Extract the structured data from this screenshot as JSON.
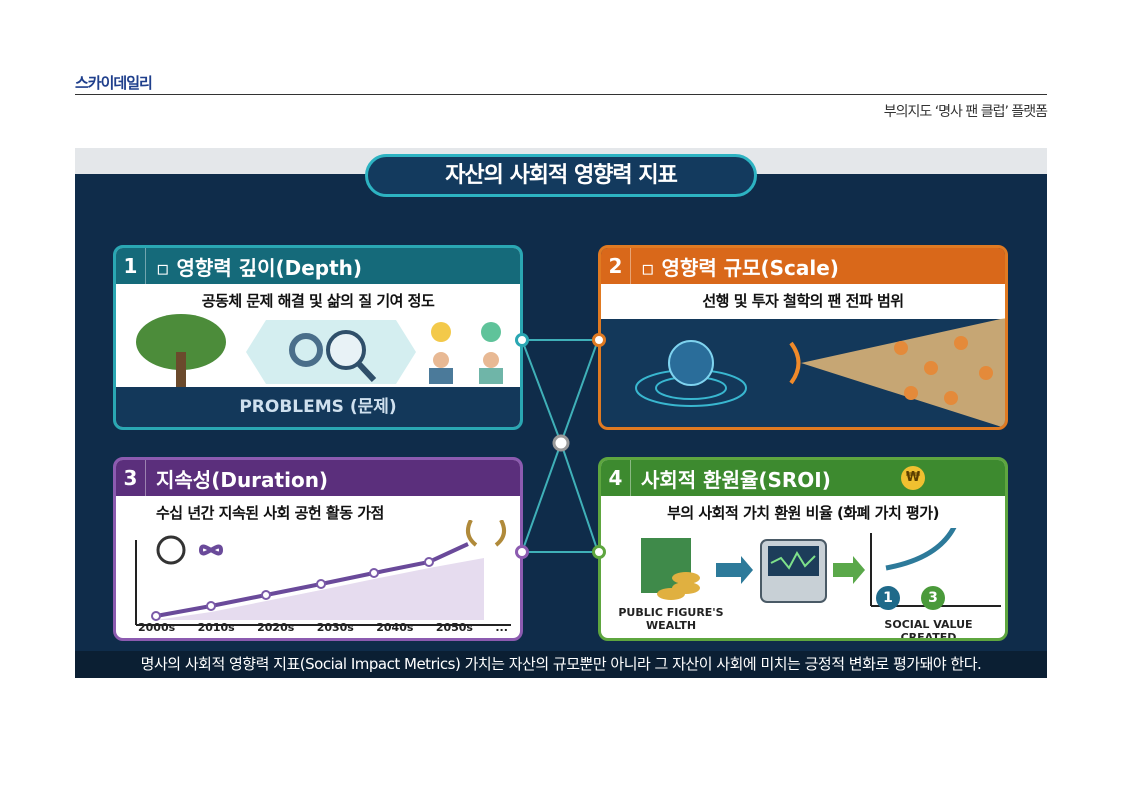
{
  "header": {
    "brand": "스카이데일리",
    "subtitle": "부의지도 ‘명사 팬 클럽’ 플랫폼"
  },
  "infographic": {
    "title": "자산의 사회적 영향력 지표",
    "panels": [
      {
        "num": "1",
        "title": "▫ 영향력 깊이(Depth)",
        "subtitle": "공동체 문제 해결 및 삶의 질 기여 정도",
        "footer": "PROBLEMS (문제)"
      },
      {
        "num": "2",
        "title": "▫ 영향력 규모(Scale)",
        "subtitle": "선행 및 투자 철학의 팬 전파 범위"
      },
      {
        "num": "3",
        "title": "지속성(Duration)",
        "subtitle": "수십 년간 지속된 사회 공헌 활동 가점",
        "timeline": [
          "2000s",
          "2010s",
          "2020s",
          "2030s",
          "2040s",
          "2050s",
          "..."
        ]
      },
      {
        "num": "4",
        "title": "사회적 환원율(SROI)",
        "subtitle": "부의 사회적 가치 환원 비율 (화폐 가치 평가)",
        "wealth_label": "PUBLIC FIGURE'S WEALTH",
        "value_label": "SOCIAL VALUE CREATED",
        "step_from": "1",
        "step_to": "3",
        "coin": "₩"
      }
    ],
    "caption": "명사의 사회적 영향력 지표(Social Impact Metrics) 가치는 자산의 규모뿐만 아니라 그 자산이 사회에 미치는 긍정적 변화로 평가돼야 한다."
  }
}
